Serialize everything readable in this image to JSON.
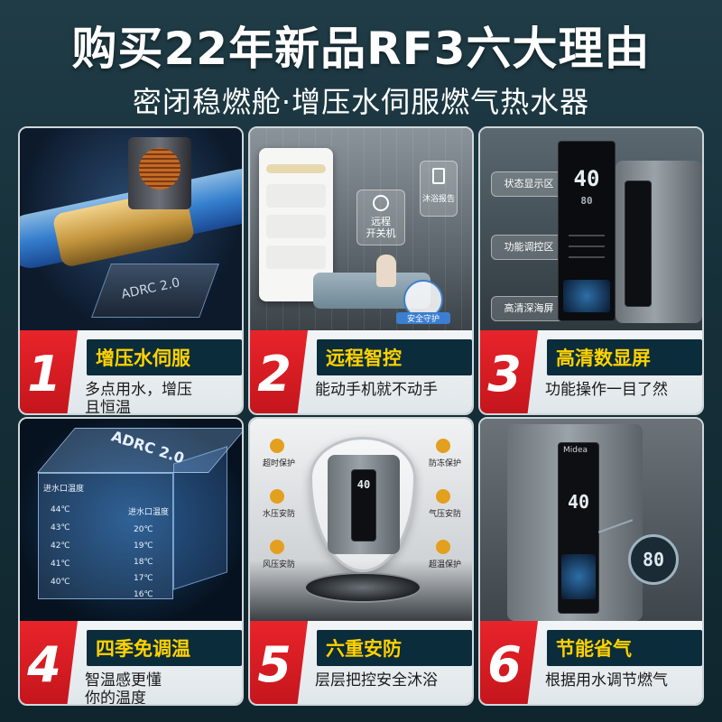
{
  "header": {
    "title": "购买22年新品RF3六大理由",
    "subtitle": "密闭稳燃舱·增压水伺服燃气热水器"
  },
  "cards": [
    {
      "number": "1",
      "title": "增压水伺服",
      "desc_line1": "多点用水，增压",
      "desc_line2": "且恒温",
      "image_labels": {
        "chip": "ADRC 2.0"
      }
    },
    {
      "number": "2",
      "title": "远程智控",
      "desc_line1": "能动手机就不动手",
      "desc_line2": "",
      "image_labels": {
        "remote": "远程\n开关机",
        "report": "沐浴报告",
        "safety": "安全守护"
      }
    },
    {
      "number": "3",
      "title": "高清数显屏",
      "desc_line1": "功能操作一目了然",
      "desc_line2": "",
      "image_labels": {
        "zone1": "状态显示区",
        "zone2": "功能调控区",
        "zone3": "高清深海屏",
        "temp": "40",
        "set_temp": "80"
      }
    },
    {
      "number": "4",
      "title": "四季免调温",
      "desc_line1": "智温感更懂",
      "desc_line2": "你的温度",
      "image_labels": {
        "chip": "ADRC 2.0",
        "inlet_left": "进水口温度",
        "inlet_right": "进水口温度",
        "left_temps": [
          "44℃",
          "43℃",
          "42℃",
          "41℃",
          "40℃"
        ],
        "right_temps": [
          "20℃",
          "19℃",
          "18℃",
          "17℃",
          "16℃"
        ]
      }
    },
    {
      "number": "5",
      "title": "六重安防",
      "desc_line1": "层层把控安全沐浴",
      "desc_line2": "",
      "image_labels": {
        "left": [
          "超时保护",
          "水压安防",
          "风压安防"
        ],
        "right": [
          "防冻保护",
          "气压安防",
          "超温保护"
        ],
        "temp": "40"
      }
    },
    {
      "number": "6",
      "title": "节能省气",
      "desc_line1": "根据用水调节燃气",
      "desc_line2": "",
      "image_labels": {
        "brand": "Midea",
        "temp": "40",
        "zoom_temp": "80"
      }
    }
  ],
  "colors": {
    "badge_red": "#d81e24",
    "title_yellow": "#ffd200",
    "title_bg": "#0b2c3a",
    "background": "#16303a"
  }
}
